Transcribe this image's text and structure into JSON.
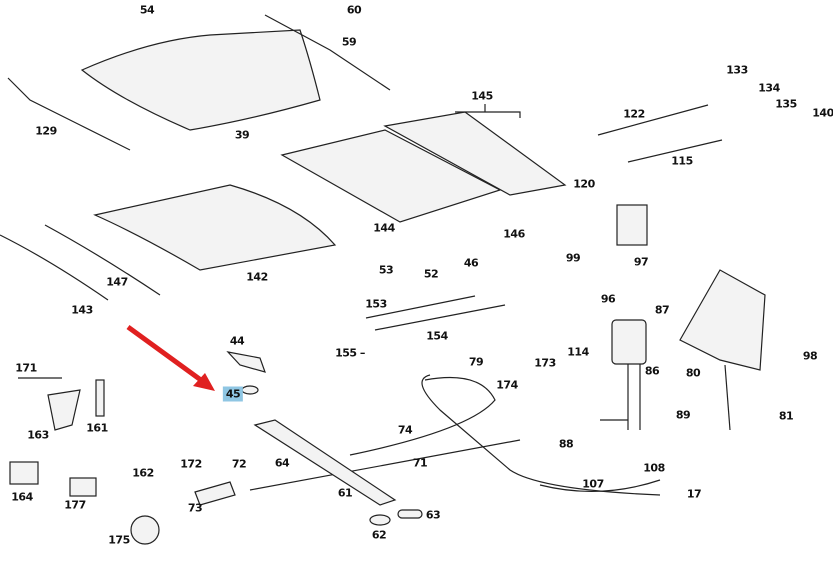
{
  "diagram": {
    "part_numbers": [
      "54",
      "60",
      "59",
      "133",
      "134",
      "135",
      "140",
      "145",
      "122",
      "129",
      "39",
      "115",
      "120",
      "144",
      "146",
      "99",
      "97",
      "53",
      "52",
      "46",
      "142",
      "147",
      "143",
      "96",
      "87",
      "153",
      "154",
      "155",
      "44",
      "171",
      "79",
      "173",
      "114",
      "86",
      "80",
      "98",
      "45",
      "174",
      "89",
      "81",
      "163",
      "161",
      "88",
      "74",
      "72",
      "64",
      "71",
      "162",
      "172",
      "108",
      "107",
      "17",
      "164",
      "177",
      "73",
      "61",
      "63",
      "62",
      "175"
    ],
    "highlighted_part": "45",
    "highlight_color": "#8fc6e3",
    "arrow_color": "#e02020"
  }
}
